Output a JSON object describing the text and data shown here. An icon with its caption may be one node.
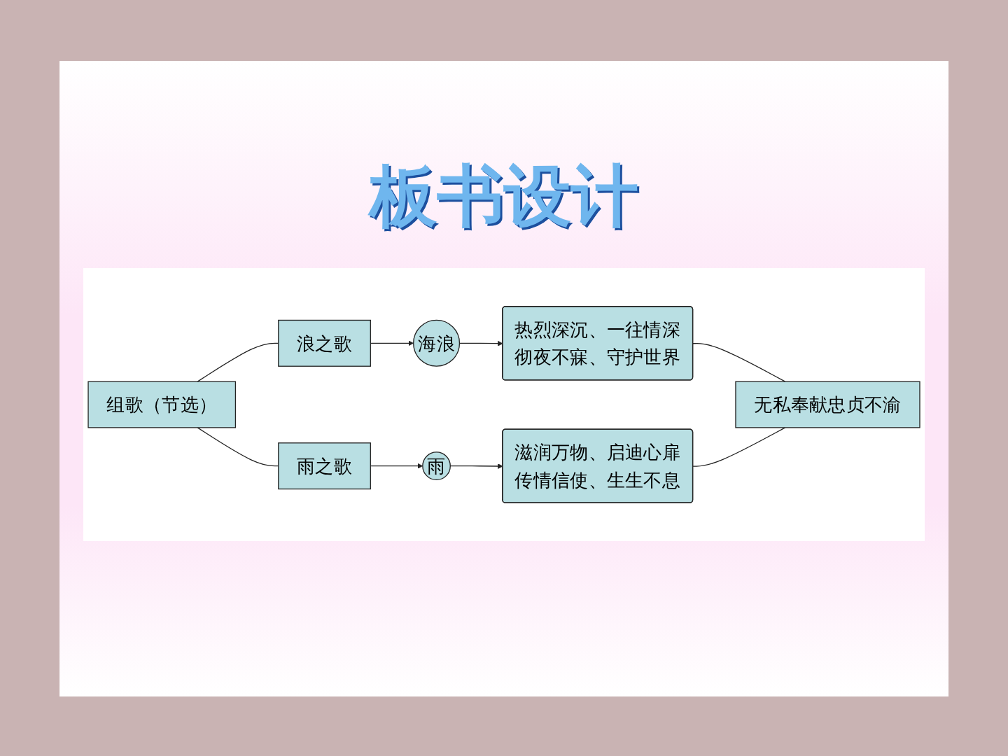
{
  "diagram": {
    "title": "板书设计",
    "nodes": [
      {
        "text": [
          "组歌（节选）"
        ]
      },
      {
        "text": [
          "浪之歌"
        ]
      },
      {
        "text": [
          "海浪"
        ]
      },
      {
        "text": [
          "热烈深沉、一往情深彻夜不寐、守护世界"
        ]
      },
      {
        "text": [
          "雨之歌"
        ]
      },
      {
        "text": [
          "雨"
        ]
      },
      {
        "text": [
          "滋润万物、启迪心扉传情信使、生生不息"
        ]
      },
      {
        "text": [
          "无私奉献忠贞不渝"
        ]
      }
    ],
    "edges": [
      {
        "from": 0,
        "to": 1,
        "arrow": "none"
      },
      {
        "from": 0,
        "to": 4,
        "arrow": "none"
      },
      {
        "from": 1,
        "to": 2,
        "arrow": "to"
      },
      {
        "from": 2,
        "to": 3,
        "arrow": "to"
      },
      {
        "from": 4,
        "to": 5,
        "arrow": "to"
      },
      {
        "from": 5,
        "to": 6,
        "arrow": "to"
      },
      {
        "from": 3,
        "to": 7,
        "arrow": "none"
      },
      {
        "from": 6,
        "to": 7,
        "arrow": "none"
      }
    ]
  }
}
